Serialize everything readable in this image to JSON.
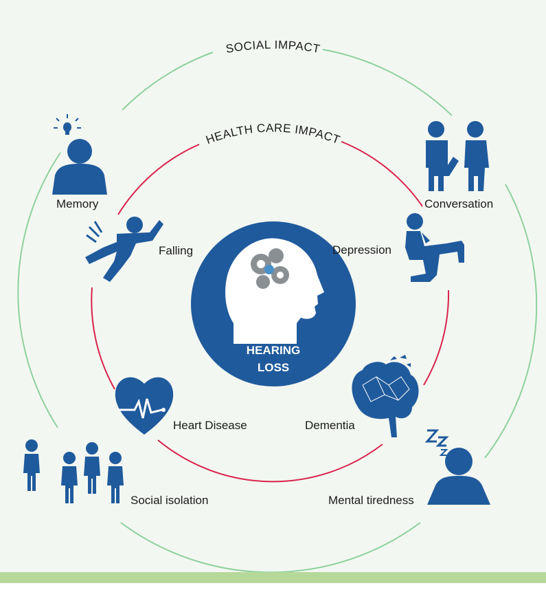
{
  "diagram": {
    "outer_ring_title": "SOCIAL IMPACT",
    "inner_ring_title": "HEALTH CARE IMPACT",
    "center": {
      "line1": "HEARING",
      "line2": "LOSS"
    },
    "social_items": {
      "memory": "Memory",
      "conversation": "Conversation",
      "social_isolation": "Social isolation",
      "mental_tiredness": "Mental tiredness"
    },
    "health_items": {
      "falling": "Falling",
      "depression": "Depression",
      "heart_disease": "Heart Disease",
      "dementia": "Dementia"
    }
  },
  "colors": {
    "outer_ring": "#8fd19e",
    "inner_ring": "#d8224a",
    "icon_blue": "#1f5a9c",
    "background": "#f3f7f2",
    "footer_bar": "#b6d99a"
  }
}
